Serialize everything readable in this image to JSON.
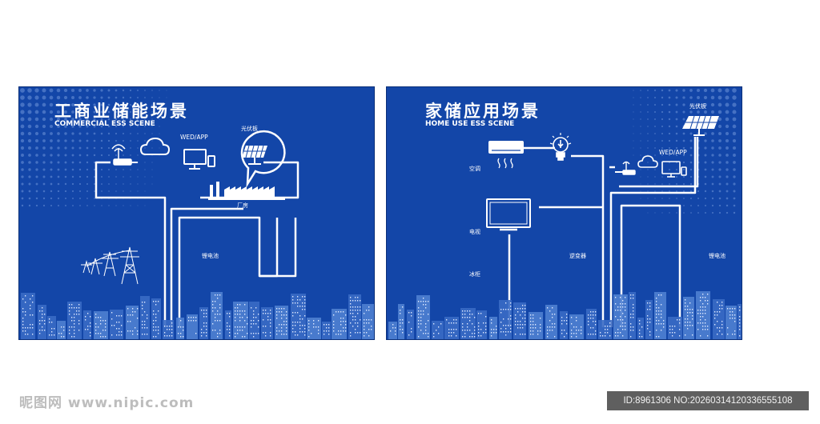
{
  "commercial": {
    "title": "工商业储能场景",
    "subtitle": "COMMERCIAL ESS SCENE",
    "labels": {
      "app": "WED/APP",
      "solar": "光伏板",
      "factory": "厂房",
      "battery": "锂电池"
    }
  },
  "home": {
    "title": "家储应用场景",
    "subtitle": "HOME USE ESS SCENE",
    "labels": {
      "solar": "光伏板",
      "app": "WED/APP",
      "ac": "空调",
      "tv": "电视",
      "fridge": "冰柜",
      "inverter": "逆变器",
      "battery": "锂电池"
    }
  },
  "colors": {
    "panel_bg": "#1346a8",
    "line": "#ffffff",
    "dots": "#6f95d8"
  },
  "watermark": {
    "left": "昵图网 www.nipic.com",
    "right": "ID:8961306 NO:20260314120336555108"
  }
}
